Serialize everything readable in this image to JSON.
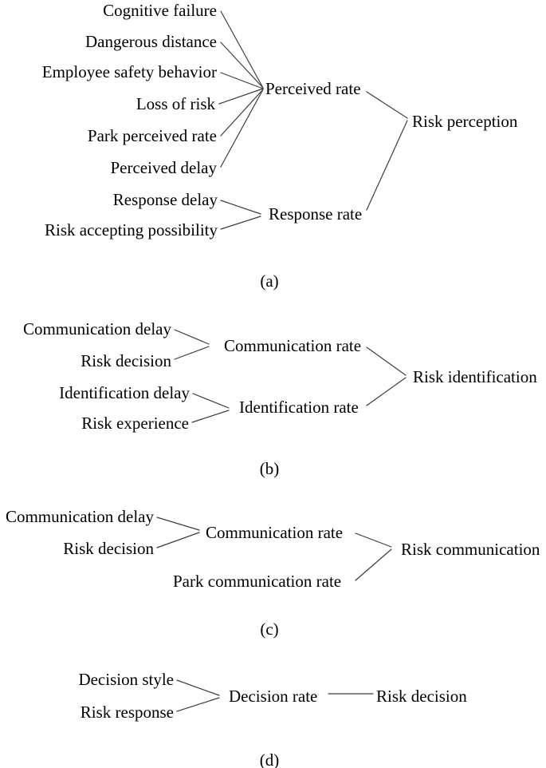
{
  "colors": {
    "background": "#ffffff",
    "text": "#000000",
    "line": "#3d3d3d"
  },
  "panels": [
    {
      "id": "a",
      "caption": "(a)",
      "root": "Risk perception",
      "branches": [
        {
          "parent": "Perceived rate",
          "children": [
            "Cognitive failure",
            "Dangerous distance",
            "Employee safety behavior",
            "Loss of risk",
            "Park perceived rate",
            "Perceived delay"
          ]
        },
        {
          "parent": "Response rate",
          "children": [
            "Response delay",
            "Risk accepting possibility"
          ]
        }
      ]
    },
    {
      "id": "b",
      "caption": "(b)",
      "root": "Risk identification",
      "branches": [
        {
          "parent": "Communication rate",
          "children": [
            "Communication delay",
            "Risk decision"
          ]
        },
        {
          "parent": "Identification rate",
          "children": [
            "Identification delay",
            "Risk experience"
          ]
        }
      ]
    },
    {
      "id": "c",
      "caption": "(c)",
      "root": "Risk communication",
      "branches": [
        {
          "parent": "Communication rate",
          "children": [
            "Communication delay",
            "Risk decision"
          ]
        },
        {
          "parent": "Park communication rate",
          "children": []
        }
      ]
    },
    {
      "id": "d",
      "caption": "(d)",
      "root": "Risk decision",
      "branches": [
        {
          "parent": "Decision rate",
          "children": [
            "Decision style",
            "Risk response"
          ]
        }
      ]
    }
  ]
}
